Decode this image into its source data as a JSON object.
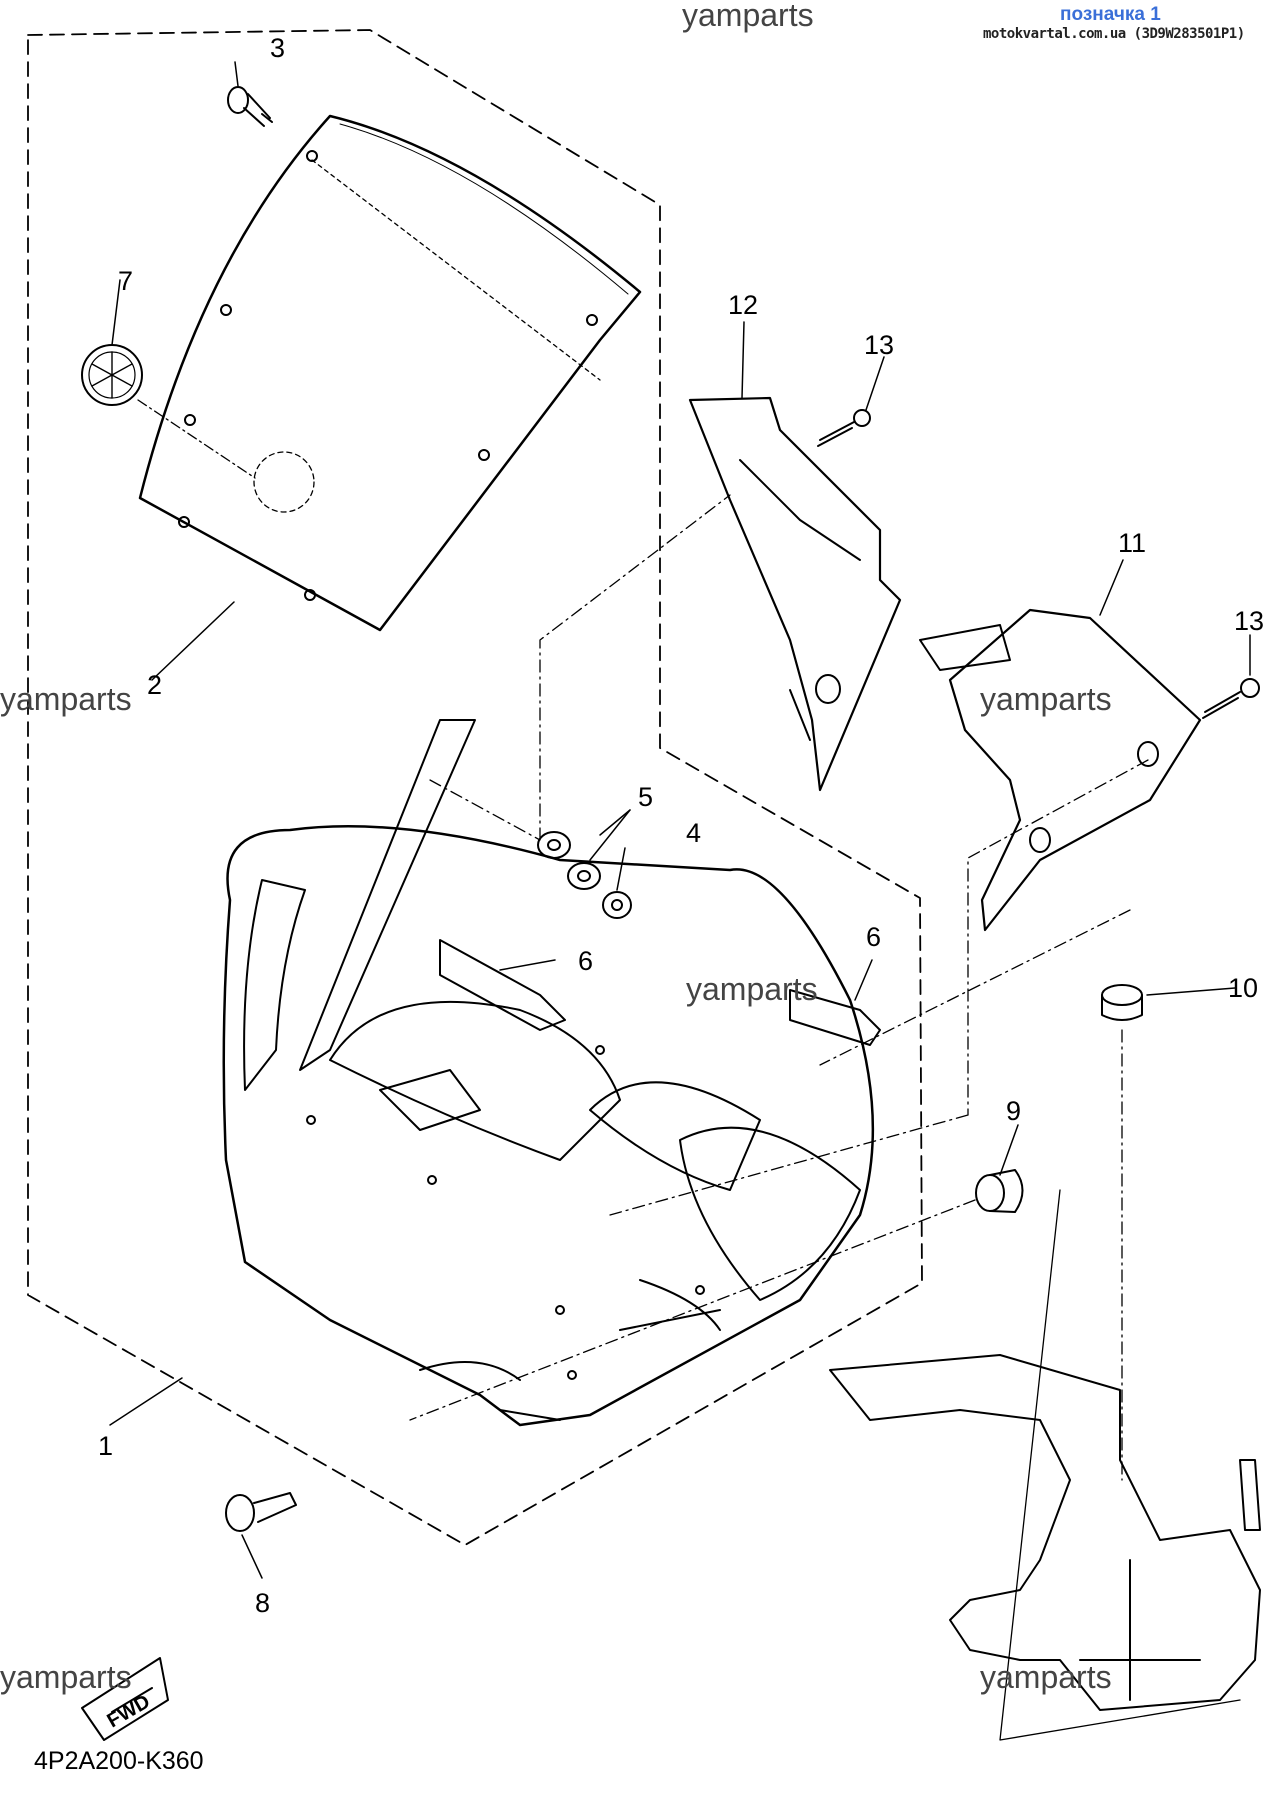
{
  "header": {
    "badge": "позначка 1",
    "source": "motokvartal.com.ua (3D9W283501P1)"
  },
  "watermark": "yamparts",
  "diagram_code": "4P2A200-K360",
  "fwd_label": "FWD",
  "callouts": [
    "1",
    "2",
    "3",
    "4",
    "5",
    "6",
    "6",
    "7",
    "8",
    "9",
    "10",
    "11",
    "12",
    "13",
    "13"
  ]
}
